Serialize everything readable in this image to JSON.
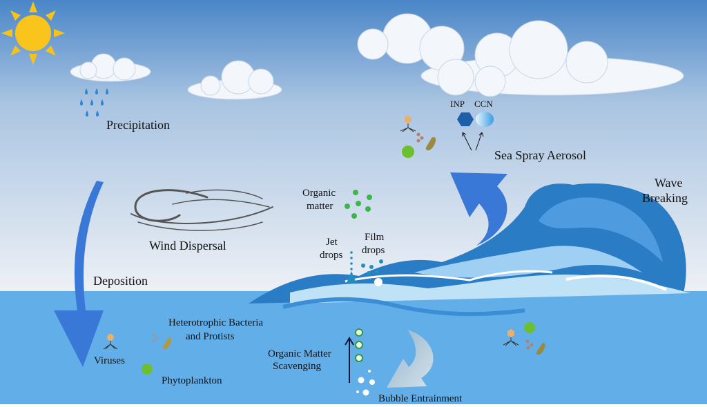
{
  "labels": {
    "precipitation": "Precipitation",
    "wind_dispersal": "Wind Dispersal",
    "deposition": "Deposition",
    "inp": "INP",
    "ccn": "CCN",
    "sea_spray_aerosol": "Sea Spray Aerosol",
    "wave_breaking_1": "Wave",
    "wave_breaking_2": "Breaking",
    "organic_matter_1": "Organic",
    "organic_matter_2": "matter",
    "jet_drops_1": "Jet",
    "jet_drops_2": "drops",
    "film_drops_1": "Film",
    "film_drops_2": "drops",
    "bacteria_1": "Heterotrophic Bacteria",
    "bacteria_2": "and Protists",
    "viruses": "Viruses",
    "phytoplankton": "Phytoplankton",
    "scavenging_1": "Organic Matter",
    "scavenging_2": "Scavenging",
    "bubble_entrainment": "Bubble Entrainment"
  },
  "colors": {
    "sky_top": "#4a86c8",
    "sky_bottom": "#eef1f5",
    "sea": "#62aee8",
    "arrow": "#3a78d8",
    "wave": "#2a7cc4",
    "organic_matter": "#3cb54a",
    "sun": "#f7c21a"
  }
}
